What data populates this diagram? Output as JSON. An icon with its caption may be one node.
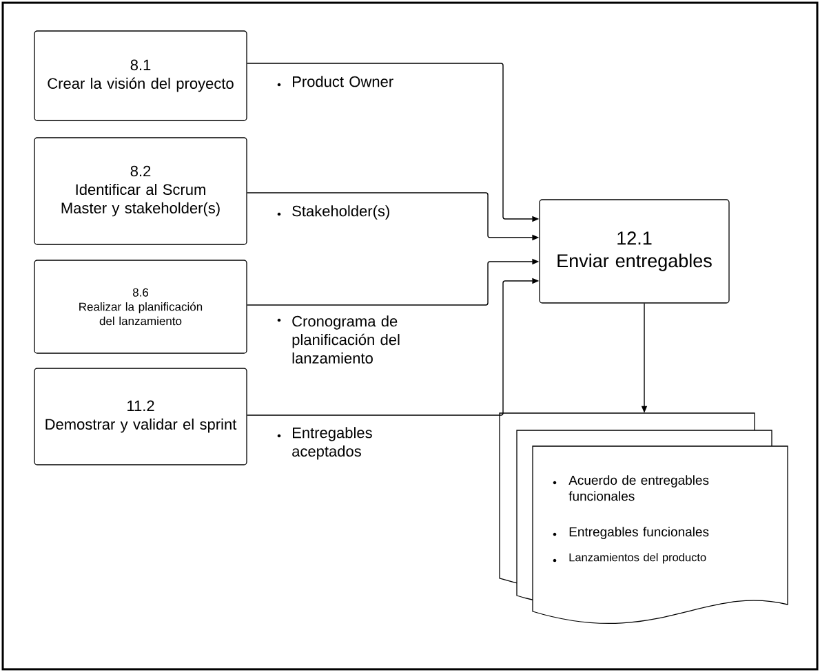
{
  "diagram": {
    "nodes": [
      {
        "text": [
          "8.1",
          "Crear la visión del proyecto"
        ]
      },
      {
        "text": [
          "8.2",
          "Identificar al Scrum Master y stakeholder(s)"
        ]
      },
      {
        "text": [
          "8.6",
          "Realizar la planificación del lanzamiento"
        ]
      },
      {
        "text": [
          "11.2",
          "Demostrar y validar el sprint"
        ]
      },
      {
        "text": [
          "12.1",
          "Enviar entregables"
        ]
      },
      {
        "text": [
          "Acuerdo de entregables funcionales",
          "Entregables funcionales",
          "Lanzamientos del producto"
        ]
      }
    ],
    "edges": [
      {
        "from": 0,
        "to": 4,
        "arrow": "to",
        "label": "Product Owner"
      },
      {
        "from": 1,
        "to": 4,
        "arrow": "to",
        "label": "Stakeholder(s)"
      },
      {
        "from": 2,
        "to": 4,
        "arrow": "to",
        "label": "Cronograma de planificación del lanzamiento"
      },
      {
        "from": 3,
        "to": 4,
        "arrow": "to",
        "label": "Entregables aceptados"
      },
      {
        "from": 4,
        "to": 5,
        "arrow": "to"
      }
    ]
  }
}
